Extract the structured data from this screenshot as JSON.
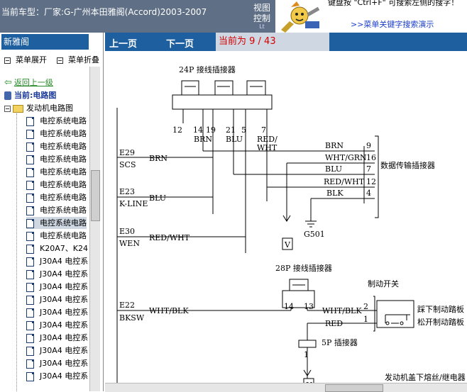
{
  "header": {
    "car_model": "当前车型：厂家:G-广州本田雅阁(Accord)2003-2007",
    "view_control_line1": "视图",
    "view_control_line2": "控制",
    "view_control_sub": "Lt",
    "help_text": "键盘按 \"Ctrl+F\" 可搜索左侧的搜字！",
    "help_link": ">>菜单关键字搜索演示"
  },
  "left": {
    "title": "新雅阁",
    "expand_label": "菜单展开",
    "collapse_label": "菜单折叠",
    "back_label": "返回上一级",
    "current_label": "当前:电路图",
    "folder_label": "发动机电路图",
    "items": [
      "电控系统电路",
      "电控系统电路",
      "电控系统电路",
      "电控系统电路",
      "电控系统电路",
      "电控系统电路",
      "电控系统电路",
      "电控系统电路",
      "电控系统电路",
      "电控系统电路",
      "K20A7、K24",
      "J30A4 电控系",
      "J30A4 电控系",
      "J30A4 电控系",
      "J30A4 电控系",
      "J30A4 电控系",
      "J30A4 电控系",
      "J30A4 电控系",
      "J30A4 电控系",
      "J30A4 电控系",
      "J30A4 电控系"
    ]
  },
  "nav": {
    "prev_label": "上一页",
    "next_label": "下一页",
    "page_label": "当前为 9 / 43"
  },
  "diagram": {
    "top_connector": "24P 接线插接器",
    "pins_top": [
      "12",
      "14",
      "19",
      "21",
      "5",
      "7"
    ],
    "wire_brn_top": "BRN",
    "wire_blu_top": "BLU",
    "wire_red_top": "RED/",
    "wire_wht_top": "WHT",
    "e29": "E29",
    "scs": "SCS",
    "e29_wire": "BRN",
    "e23": "E23",
    "kline": "K-LINE",
    "e23_wire": "BLU",
    "e30": "E30",
    "wen": "WEN",
    "e30_wire": "RED/WHT",
    "dlc_label": "数据传输插接器",
    "dlc_wires": [
      "BRN",
      "WHT/GRN",
      "BLU",
      "RED/WHT",
      "BLK"
    ],
    "dlc_pins": [
      "9",
      "16",
      "7",
      "12",
      "4"
    ],
    "v_label": "V",
    "ground_label": "G501",
    "mid_connector": "28P 接线插接器",
    "brake_switch": "制动开关",
    "pin_14": "14",
    "pin_13": "13",
    "e22": "E22",
    "bksw": "BKSW",
    "e22_wire": "WHT/BLK",
    "switch_wire1": "WHT/BLK",
    "switch_pin2": "2",
    "switch_wire2": "RED",
    "switch_pin1": "1",
    "pedal_down": "踩下制动踏板",
    "pedal_up": "松开制动踏板",
    "fivep": "5P 插接器",
    "fivep_pin": "1",
    "u_label": "U",
    "bottom_caption": "发动机盖下熔丝/继电器"
  }
}
